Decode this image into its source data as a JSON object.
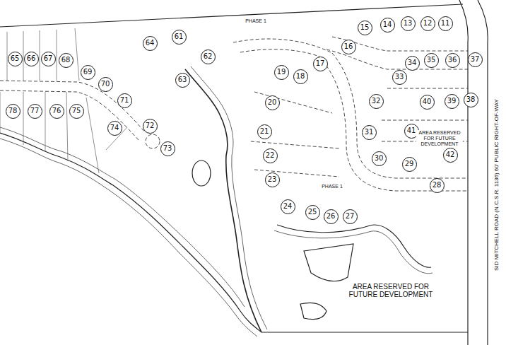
{
  "diagram": {
    "nodes": [
      {
        "text": [
          "11"
        ]
      },
      {
        "text": [
          "12"
        ]
      },
      {
        "text": [
          "13"
        ]
      },
      {
        "text": [
          "14"
        ]
      },
      {
        "text": [
          "15"
        ]
      },
      {
        "text": [
          "16"
        ]
      },
      {
        "text": [
          "17"
        ]
      },
      {
        "text": [
          "18"
        ]
      },
      {
        "text": [
          "19"
        ]
      },
      {
        "text": [
          "20"
        ]
      },
      {
        "text": [
          "21"
        ]
      },
      {
        "text": [
          "22"
        ]
      },
      {
        "text": [
          "23"
        ]
      },
      {
        "text": [
          "24"
        ]
      },
      {
        "text": [
          "25"
        ]
      },
      {
        "text": [
          "26"
        ]
      },
      {
        "text": [
          "27"
        ]
      },
      {
        "text": [
          "28"
        ]
      },
      {
        "text": [
          "29"
        ]
      },
      {
        "text": [
          "30"
        ]
      },
      {
        "text": [
          "31"
        ]
      },
      {
        "text": [
          "32"
        ]
      },
      {
        "text": [
          "33"
        ]
      },
      {
        "text": [
          "34"
        ]
      },
      {
        "text": [
          "35"
        ]
      },
      {
        "text": [
          "36"
        ]
      },
      {
        "text": [
          "37"
        ]
      },
      {
        "text": [
          "38"
        ]
      },
      {
        "text": [
          "39"
        ]
      },
      {
        "text": [
          "40"
        ]
      },
      {
        "text": [
          "41"
        ]
      },
      {
        "text": [
          "42"
        ]
      },
      {
        "text": [
          "61"
        ]
      },
      {
        "text": [
          "62"
        ]
      },
      {
        "text": [
          "63"
        ]
      },
      {
        "text": [
          "64"
        ]
      },
      {
        "text": [
          "65"
        ]
      },
      {
        "text": [
          "66"
        ]
      },
      {
        "text": [
          "67"
        ]
      },
      {
        "text": [
          "68"
        ]
      },
      {
        "text": [
          "69"
        ]
      },
      {
        "text": [
          "70"
        ]
      },
      {
        "text": [
          "71"
        ]
      },
      {
        "text": [
          "72"
        ]
      },
      {
        "text": [
          "73"
        ]
      },
      {
        "text": [
          "74"
        ]
      },
      {
        "text": [
          "75"
        ]
      },
      {
        "text": [
          "76"
        ]
      },
      {
        "text": [
          "77"
        ]
      },
      {
        "text": [
          "78"
        ]
      }
    ],
    "labels": [
      "PHASE 1",
      "PHASE 1",
      "AREA RESERVED FOR FUTURE DEVELOPMENT",
      "AREA RESERVED FOR FUTURE DEVELOPMENT",
      "SID MITCHELL ROAD (N.C.S.R. 1136) 60' PUBLIC RIGHT-OF-WAY"
    ]
  }
}
